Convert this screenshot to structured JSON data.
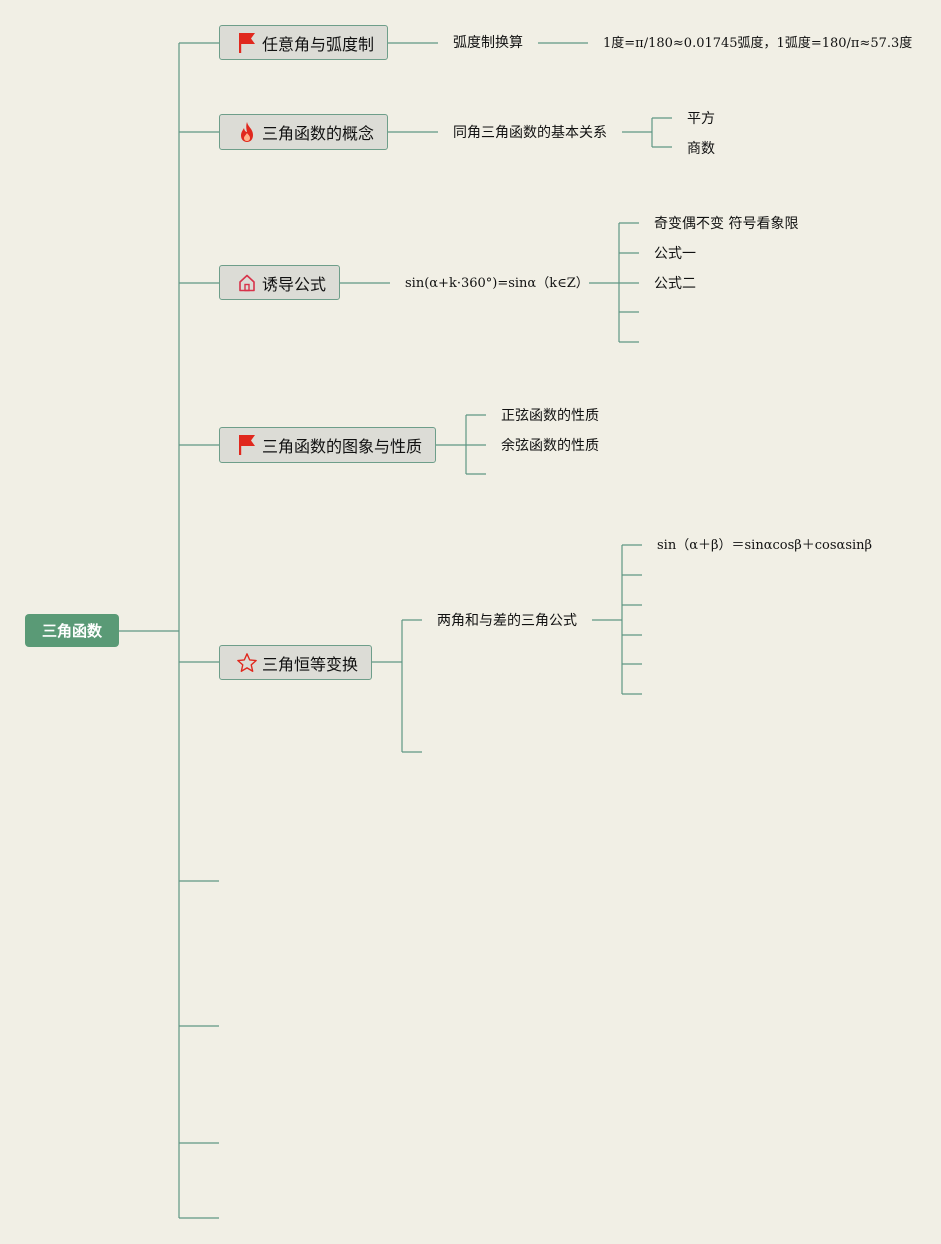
{
  "root": {
    "label": "三角函数"
  },
  "branches": [
    {
      "label": "任意角与弧度制",
      "icon": "red-flag-icon",
      "sub": "弧度制换算",
      "detail": "1度=π/180≈0.01745弧度，1弧度=180/π≈57.3度"
    },
    {
      "label": "三角函数的概念",
      "icon": "fire-icon",
      "sub": "同角三角函数的基本关系",
      "children": [
        "平方",
        "商数"
      ]
    },
    {
      "label": "诱导公式",
      "icon": "house-icon",
      "sub": "sin(α+k·360°)=sinα（k∈Z）",
      "children": [
        "奇变偶不变 符号看象限",
        "公式一",
        "公式二"
      ]
    },
    {
      "label": "三角函数的图象与性质",
      "icon": "red-flag-icon",
      "children": [
        "正弦函数的性质",
        "余弦函数的性质"
      ]
    },
    {
      "label": "三角恒等变换",
      "icon": "star-icon",
      "sub": "两角和与差的三角公式",
      "children": [
        "sin（α＋β）＝sinαcosβ＋cosαsinβ"
      ]
    }
  ],
  "colors": {
    "line": "#5f9684",
    "root": "#5a9a76",
    "node_bg": "#dcdcd6",
    "background": "#f1efe5",
    "flag": "#e0281e"
  }
}
